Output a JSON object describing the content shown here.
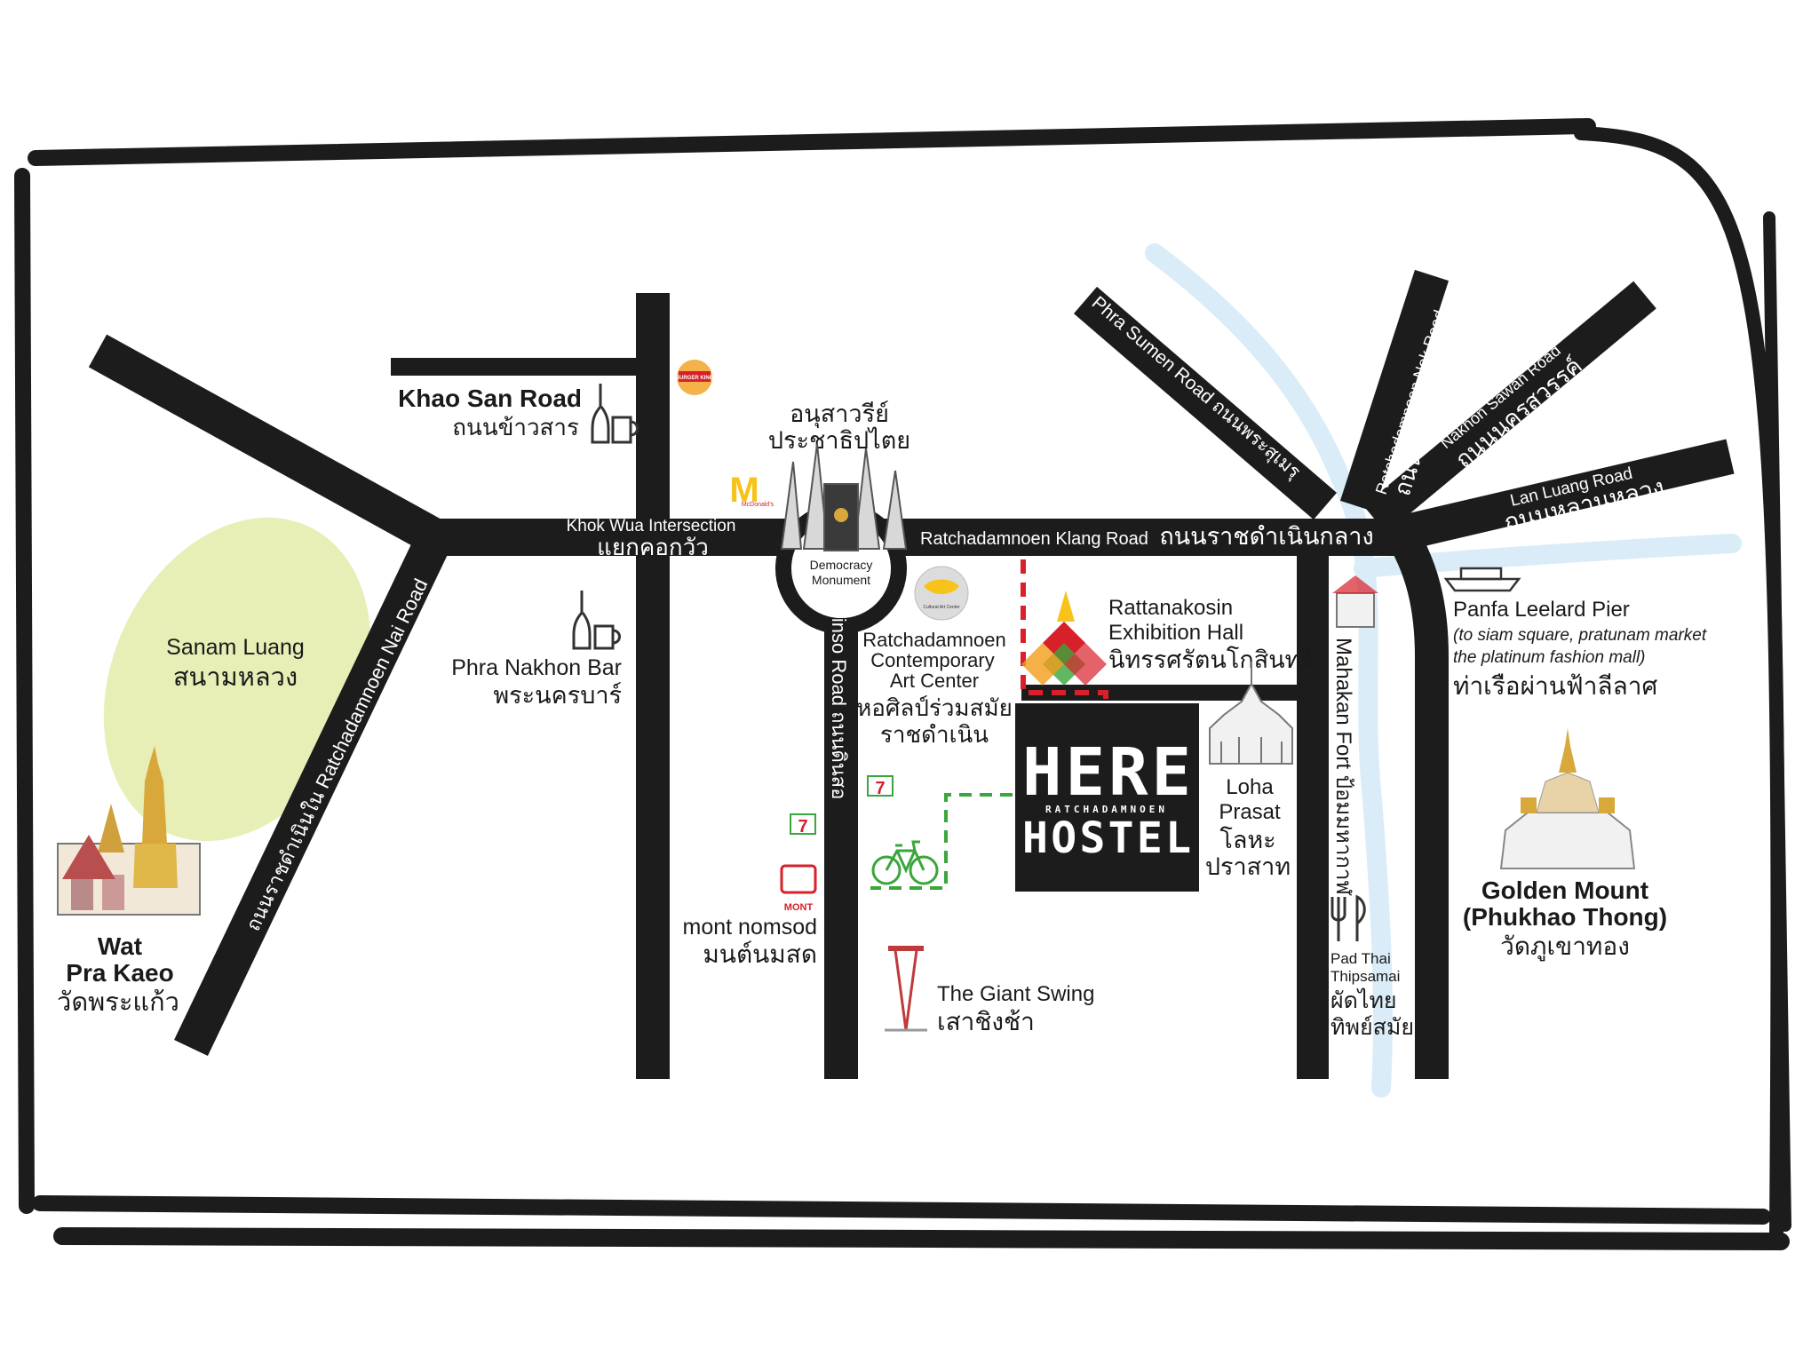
{
  "colors": {
    "road": "#1c1c1c",
    "river": "#d9ecf8",
    "park": "#e7efb6",
    "route": "#d8202a",
    "bike_route": "#3aa63c",
    "hostel_bg": "#1c1c1c",
    "text": "#1a1a1a"
  },
  "roads": {
    "khao_san": {
      "en": "Khao San Road",
      "th": "ถนนข้าวสาร"
    },
    "ratchadamnoen_nai": "ถนนราชดำเนินใน Ratchadamnoen Nai Road",
    "khok_wua": {
      "en": "Khok Wua Intersection",
      "th": "แยกคอกวัว"
    },
    "ratchadamnoen_klang": {
      "en": "Ratchadamnoen Klang Road",
      "th": "ถนนราชดำเนินกลาง"
    },
    "dinso": "Dinso Road ถนนดินสอ",
    "phra_sumen": "Phra Sumen Road ถนนพระสุเมรุ",
    "ratchadamnoen_nok": {
      "en": "Ratchadamnoen Nok Road",
      "th": "ถนนราชดำเนินนอก"
    },
    "nakhon_sawan": {
      "en": "Nakhon Sawan Road",
      "th": "ถนนนครสวรรค์"
    },
    "lan_luang": {
      "en": "Lan Luang Road",
      "th": "ถนนหลานหลวง"
    },
    "mahakan_fort": "Mahakan Fort ป้อมมหากาฬ"
  },
  "places": {
    "sanam_luang": {
      "en": "Sanam Luang",
      "th": "สนามหลวง"
    },
    "wat_pra_kaeo": {
      "en_line1": "Wat",
      "en_line2": "Pra Kaeo",
      "th": "วัดพระแก้ว"
    },
    "democracy_monument": {
      "th_line1": "อนุสาวรีย์",
      "th_line2": "ประชาธิปไตย",
      "en_line1": "Democracy",
      "en_line2": "Monument"
    },
    "phra_nakhon_bar": {
      "en": "Phra Nakhon Bar",
      "th": "พระนครบาร์"
    },
    "art_center": {
      "en_line1": "Ratchadamnoen",
      "en_line2": "Contemporary",
      "en_line3": "Art Center",
      "th_line1": "หอศิลป์ร่วมสมัย",
      "th_line2": "ราชดำเนิน"
    },
    "rattanakosin": {
      "en_line1": "Rattanakosin",
      "en_line2": "Exhibition Hall",
      "th": "นิทรรศรัตนโกสินทร์"
    },
    "loha_prasat": {
      "en_line1": "Loha",
      "en_line2": "Prasat",
      "th_line1": "โลหะ",
      "th_line2": "ปราสาท"
    },
    "mont_nomsod": {
      "en": "mont nomsod",
      "th": "มนต์นมสด"
    },
    "giant_swing": {
      "en": "The Giant Swing",
      "th": "เสาชิงช้า"
    },
    "pad_thai": {
      "en_line1": "Pad Thai",
      "en_line2": "Thipsamai",
      "th_line1": "ผัดไทย",
      "th_line2": "ทิพย์สมัย"
    },
    "panfa_pier": {
      "en": "Panfa Leelard Pier",
      "note_line1": "(to siam square, pratunam market",
      "note_line2": "the platinum fashion mall)",
      "th": "ท่าเรือผ่านฟ้าลีลาศ"
    },
    "golden_mount": {
      "en_line1": "Golden Mount",
      "en_line2": "(Phukhao Thong)",
      "th": "วัดภูเขาทอง"
    }
  },
  "hostel": {
    "line1": "HERE",
    "sub": "RATCHADAMNOEN",
    "line2": "HOSTEL"
  },
  "logos": {
    "burger_king": "BURGER KING",
    "mcdonalds": "McDonald's",
    "seven_eleven": "7",
    "mont": "MONT",
    "art_center_logo": "Cultural Art Center"
  },
  "icons": [
    "beer-bottle-icon",
    "beer-mug-icon",
    "bicycle-icon",
    "fork-knife-icon",
    "boat-icon",
    "temple-icon",
    "monument-icon",
    "giant-swing-icon",
    "fort-icon"
  ]
}
